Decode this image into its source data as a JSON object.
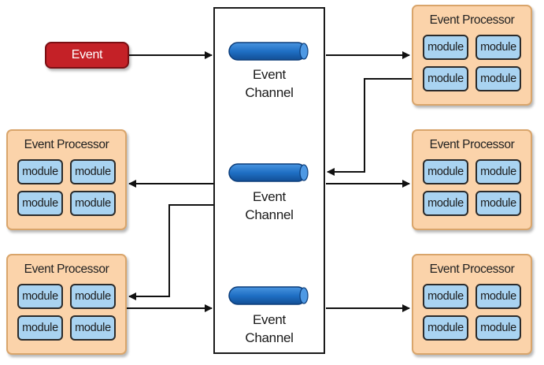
{
  "event": {
    "label": "Event"
  },
  "channels": [
    {
      "line1": "Event",
      "line2": "Channel"
    },
    {
      "line1": "Event",
      "line2": "Channel"
    },
    {
      "line1": "Event",
      "line2": "Channel"
    }
  ],
  "processors": [
    {
      "title": "Event Processor",
      "modules": [
        "module",
        "module",
        "module",
        "module"
      ]
    },
    {
      "title": "Event Processor",
      "modules": [
        "module",
        "module",
        "module",
        "module"
      ]
    },
    {
      "title": "Event Processor",
      "modules": [
        "module",
        "module",
        "module",
        "module"
      ]
    },
    {
      "title": "Event Processor",
      "modules": [
        "module",
        "module",
        "module",
        "module"
      ]
    },
    {
      "title": "Event Processor",
      "modules": [
        "module",
        "module",
        "module",
        "module"
      ]
    }
  ],
  "colors": {
    "event_fill": "#c42127",
    "processor_fill": "#fbd3aa",
    "module_fill": "#a9d3f1",
    "channel_pipe": "#1f6fc4",
    "flow_arrow": "#bfbfbf"
  }
}
